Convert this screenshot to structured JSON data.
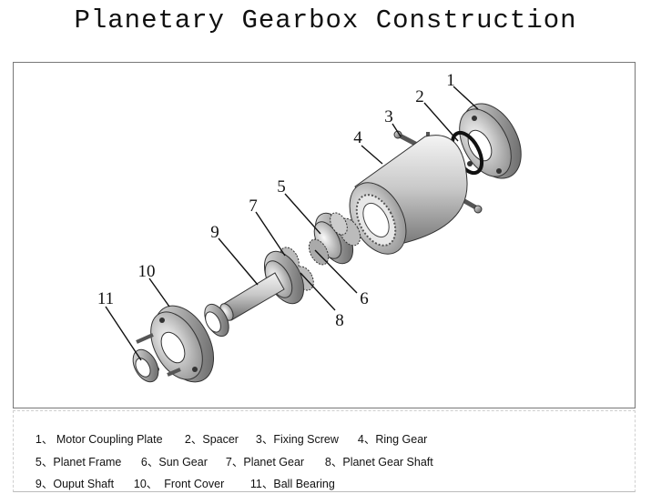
{
  "title": "Planetary Gearbox Construction",
  "callouts": [
    "1",
    "2",
    "3",
    "4",
    "5",
    "6",
    "7",
    "8",
    "9",
    "10",
    "11"
  ],
  "legend": {
    "rows": [
      [
        "1、 Motor Coupling Plate",
        "2、Spacer",
        "3、Fixing Screw",
        "4、Ring Gear"
      ],
      [
        "5、Planet Frame",
        "6、Sun Gear",
        "7、Planet Gear",
        "8、Planet Gear Shaft"
      ],
      [
        "9、Ouput Shaft",
        "10、  Front Cover",
        "11、Ball Bearing"
      ]
    ]
  }
}
